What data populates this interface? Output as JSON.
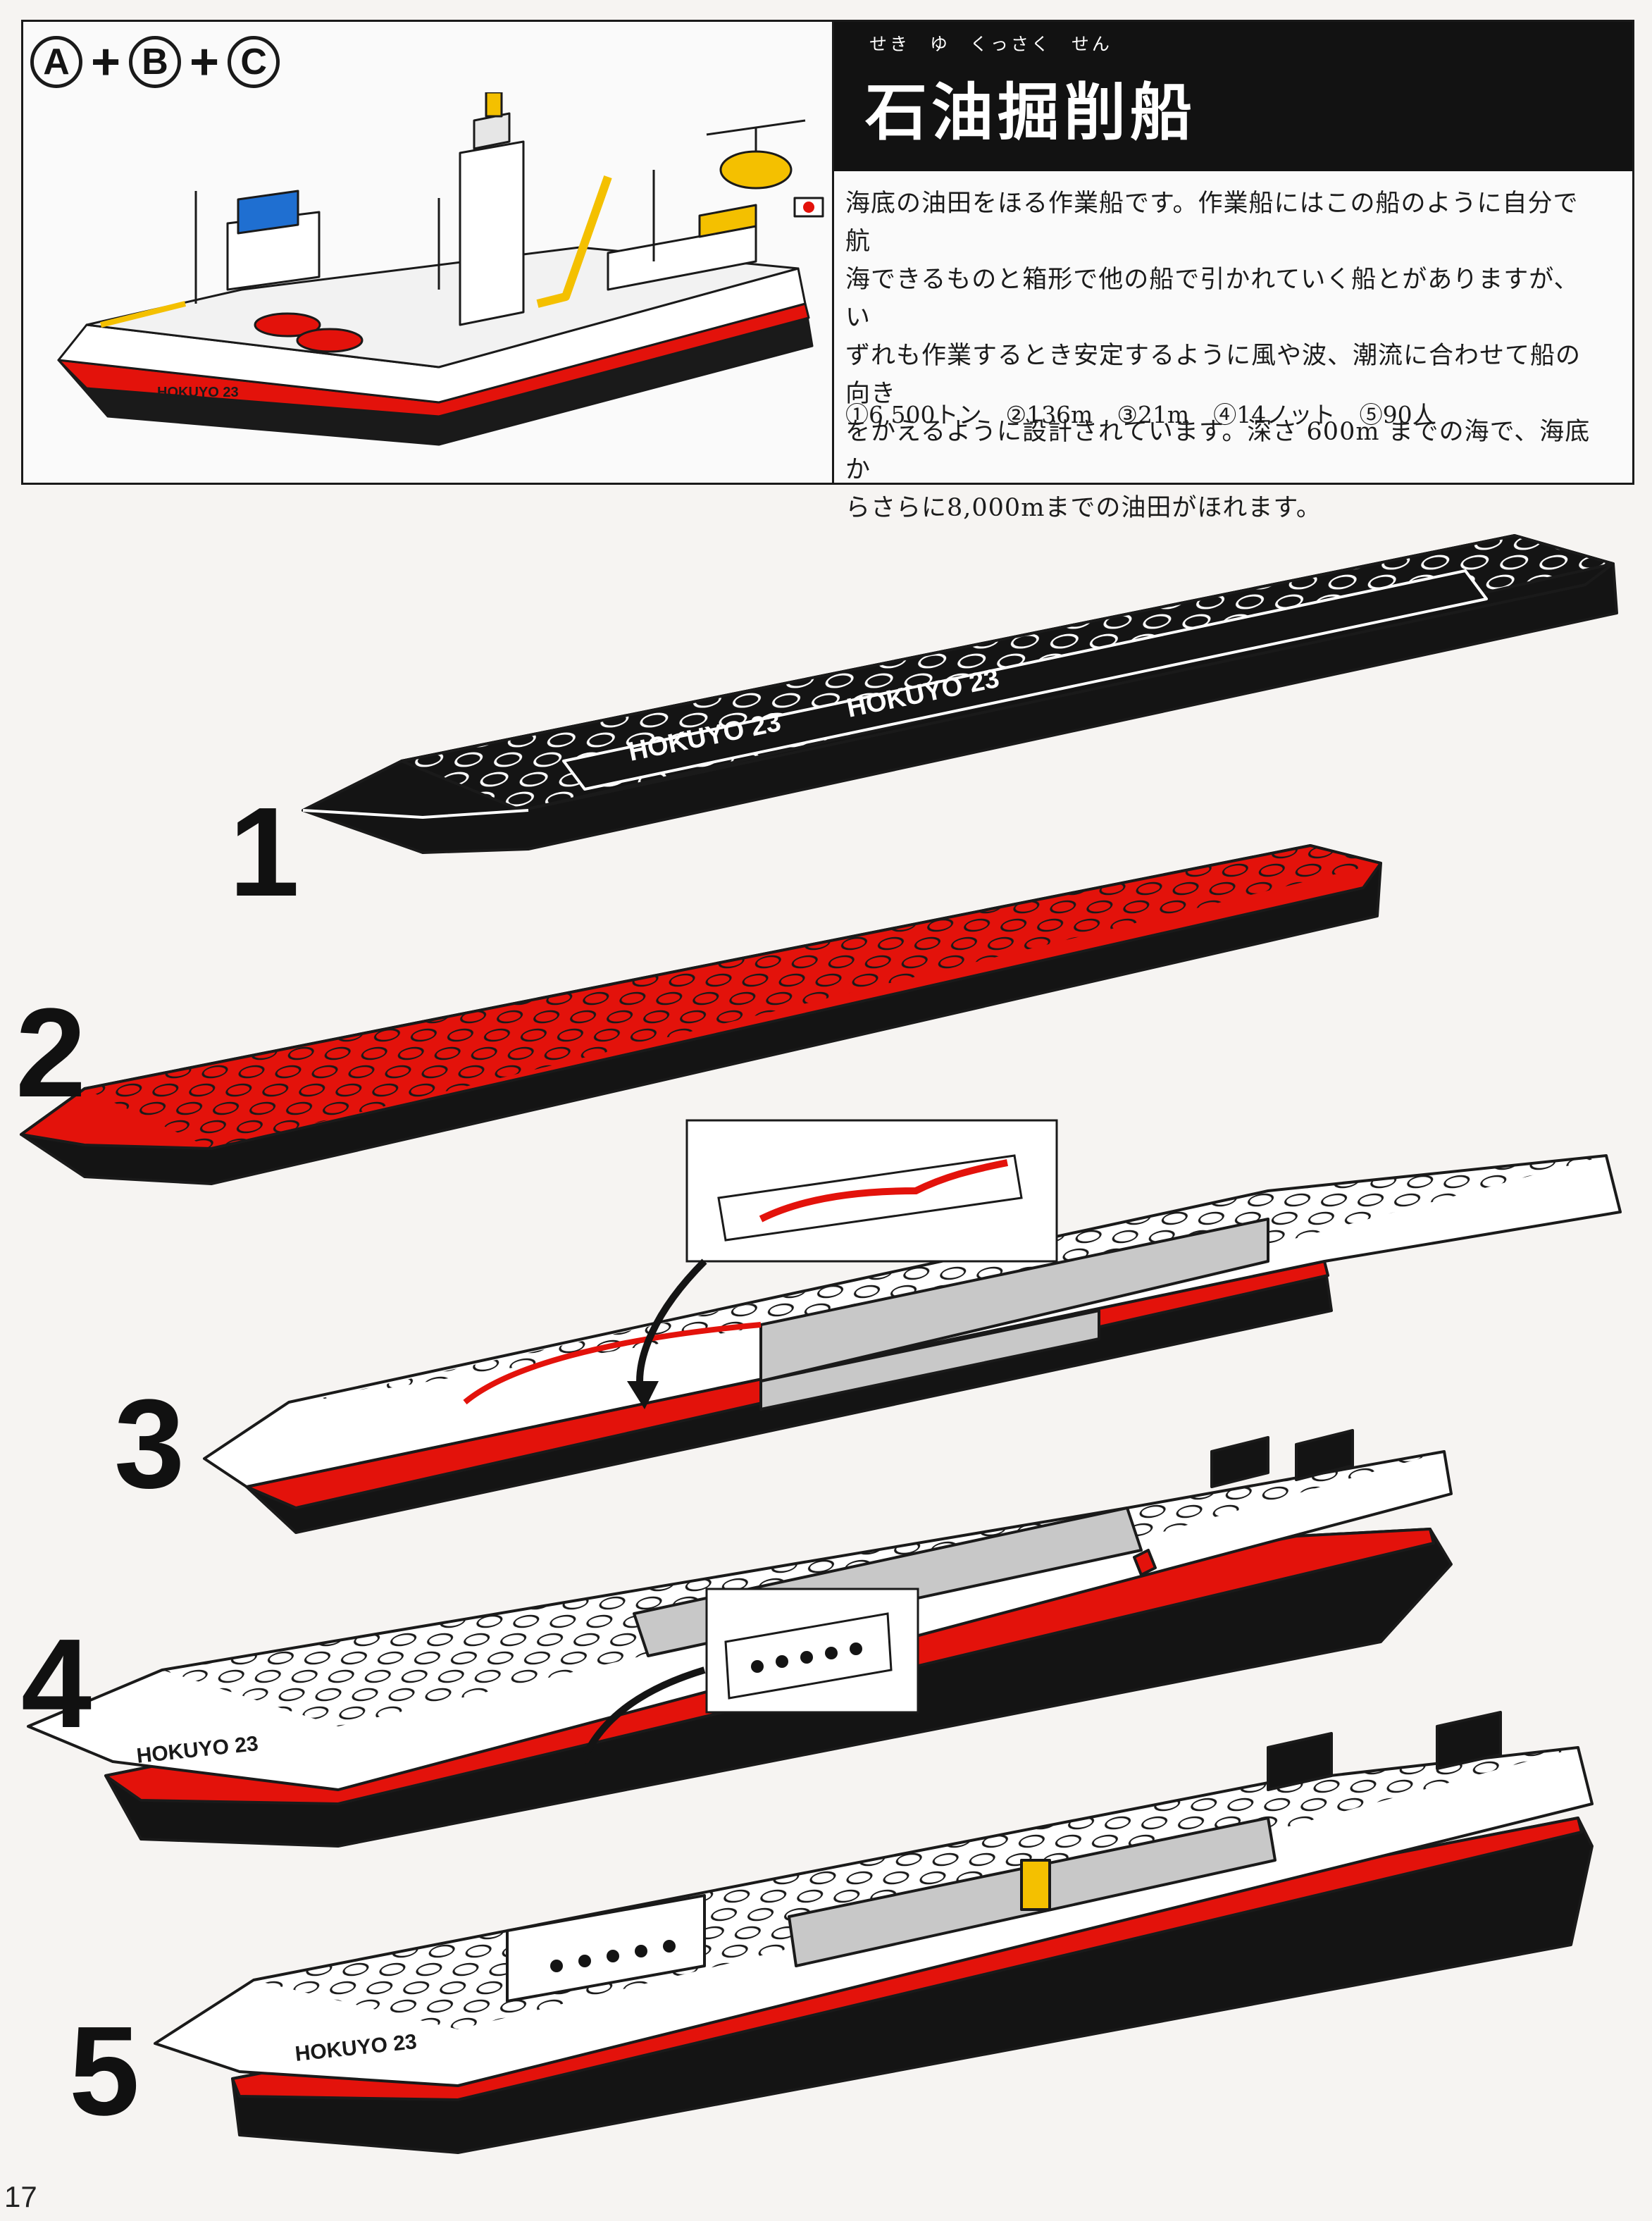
{
  "kit_formula": {
    "parts": [
      "A",
      "B",
      "C"
    ],
    "operator": "+"
  },
  "title": {
    "ruby": "せき ゆ くっさく せん",
    "main": "石油掘削船"
  },
  "description": {
    "lines": [
      "海底の油田をほる作業船です。作業船にはこの船のように自分で航",
      "海できるものと箱形で他の船で引かれていく船とがありますが、い",
      "ずれも作業するとき安定するように風や波、潮流に合わせて船の向き",
      "をかえるように設計されています。深さ 600m までの海で、海底か",
      "らさらに8,000mまでの油田がほれます。"
    ]
  },
  "specs": [
    "①6,500トン",
    "②136m",
    "③21m",
    "④14ノット",
    "⑤90人"
  ],
  "hull_name": "HOKUYO 23",
  "steps": [
    "1",
    "2",
    "3",
    "4",
    "5"
  ],
  "page_number": "17",
  "colors": {
    "black": "#141414",
    "red": "#e3120b",
    "white": "#ffffff",
    "gray": "#c8c8c8",
    "yellow": "#f4c000",
    "blue": "#1f6fd1"
  }
}
